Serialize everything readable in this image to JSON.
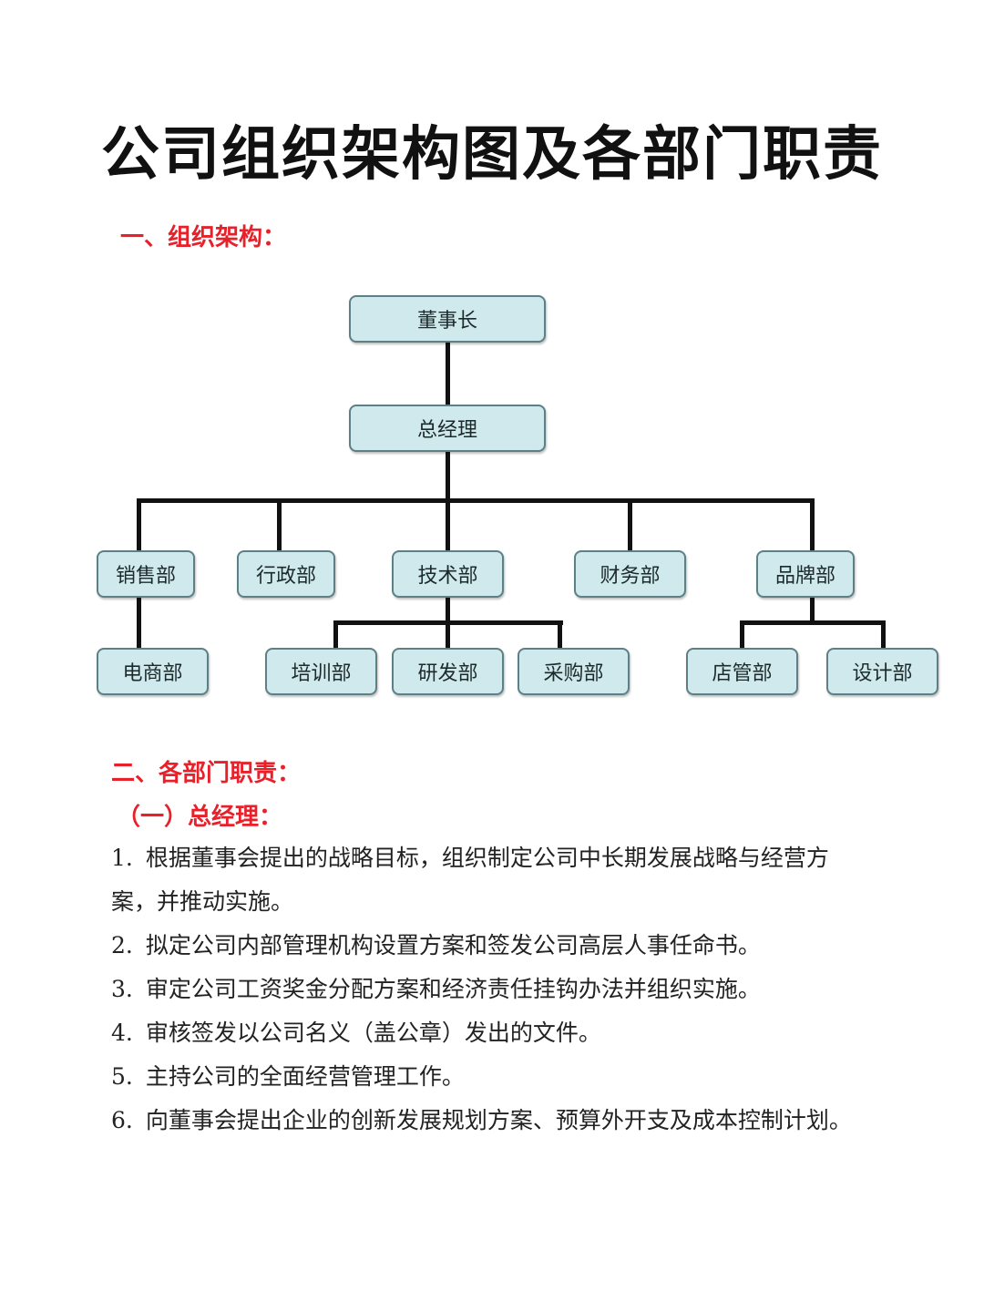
{
  "page_title": "公司组织架构图及各部门职责",
  "section1_heading": "一、组织架构：",
  "section2_heading": "二、各部门职责：",
  "subsection_heading": "（一）总经理：",
  "org_chart": {
    "chairman": "董事长",
    "general_manager": "总经理",
    "departments": {
      "sales": "销售部",
      "admin": "行政部",
      "tech": "技术部",
      "finance": "财务部",
      "brand": "品牌部"
    },
    "sub_departments": {
      "ecommerce": "电商部",
      "training": "培训部",
      "rnd": "研发部",
      "purchasing": "采购部",
      "store_mgmt": "店管部",
      "design": "设计部"
    }
  },
  "duties": [
    {
      "num": "1.",
      "text": "根据董事会提出的战略目标，组织制定公司中长期发展战略与经营方案，并推动实施。"
    },
    {
      "num": "2.",
      "text": "拟定公司内部管理机构设置方案和签发公司高层人事任命书。"
    },
    {
      "num": "3.",
      "text": "审定公司工资奖金分配方案和经济责任挂钩办法并组织实施。"
    },
    {
      "num": "4.",
      "text": "审核签发以公司名义（盖公章）发出的文件。"
    },
    {
      "num": "5.",
      "text": "主持公司的全面经营管理工作。"
    },
    {
      "num": "6.",
      "text": "向董事会提出企业的创新发展规划方案、预算外开支及成本控制计划。"
    }
  ]
}
